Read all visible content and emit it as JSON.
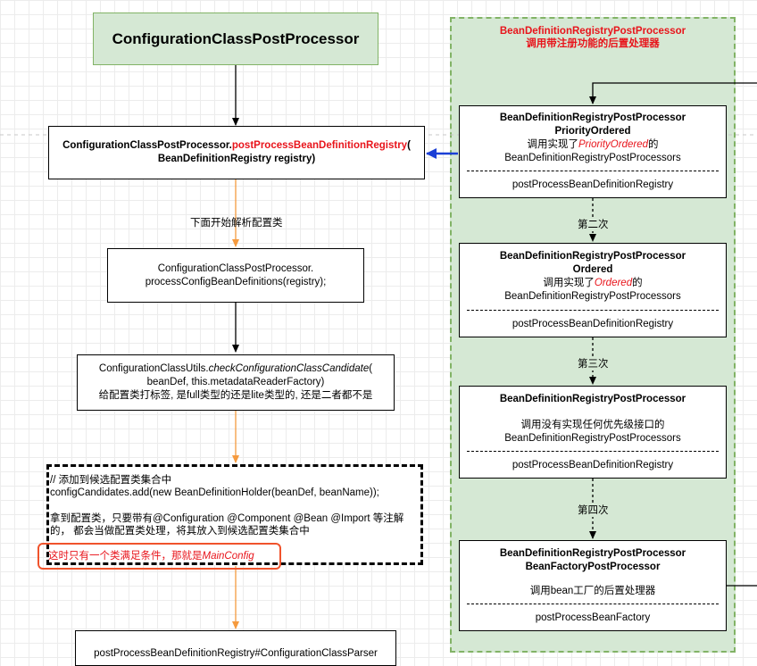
{
  "left": {
    "title": "ConfigurationClassPostProcessor",
    "box1": {
      "prefix": "ConfigurationClassPostProcessor.",
      "method": "postProcessBeanDefinitionRegistry",
      "paren": "(",
      "args": "BeanDefinitionRegistry registry)"
    },
    "edge_label": "下面开始解析配置类",
    "box2": {
      "line1": "ConfigurationClassPostProcessor.",
      "line2": "processConfigBeanDefinitions(registry);"
    },
    "box3": {
      "prefix": "ConfigurationClassUtils.",
      "method": "checkConfigurationClassCandidate",
      "paren": "(",
      "line2": "beanDef, this.metadataReaderFactory)",
      "line3": "给配置类打标签, 是full类型的还是lite类型的, 还是二者都不是"
    },
    "dashed": {
      "comment": "// 添加到候选配置类集合中",
      "code": "configCandidates.add(new BeanDefinitionHolder(beanDef, beanName));",
      "desc1": "拿到配置类，只要带有@Configuration @Component @Bean @Import 等注解",
      "desc2": "的，  都会当做配置类处理，将其放入到候选配置类集合中",
      "highlight_prefix": "这时只有一个类满足条件，那就是",
      "highlight_name": "MainConfig"
    },
    "box4": "postProcessBeanDefinitionRegistry#ConfigurationClassParser"
  },
  "panel": {
    "title_line1": "BeanDefinitionRegistryPostProcessor",
    "title_line2": "调用带注册功能的后置处理器",
    "boxes": [
      {
        "head1": "BeanDefinitionRegistryPostProcessor",
        "head2": "PriorityOrdered",
        "desc_prefix": "调用实现了",
        "desc_red": "PriorityOrdered",
        "desc_suffix": "的",
        "desc2": "BeanDefinitionRegistryPostProcessors",
        "method": "postProcessBeanDefinitionRegistry"
      },
      {
        "head1": "BeanDefinitionRegistryPostProcessor",
        "head2": "Ordered",
        "desc_prefix": "调用实现了",
        "desc_red": "Ordered",
        "desc_suffix": "的",
        "desc2": "BeanDefinitionRegistryPostProcessors",
        "method": "postProcessBeanDefinitionRegistry"
      },
      {
        "head1": "BeanDefinitionRegistryPostProcessor",
        "desc1": "调用没有实现任何优先级接口的",
        "desc2": "BeanDefinitionRegistryPostProcessors",
        "method": "postProcessBeanDefinitionRegistry"
      },
      {
        "head1": "BeanDefinitionRegistryPostProcessor",
        "head2": "BeanFactoryPostProcessor",
        "desc1": "调用bean工厂的后置处理器",
        "method": "postProcessBeanFactory"
      }
    ],
    "labels": [
      "第二次",
      "第三次",
      "第四次"
    ]
  },
  "colors": {
    "green_fill": "#d5e8d4",
    "green_border": "#82b366",
    "red_text": "#e8141b",
    "orange_arrow": "#f59a3e",
    "blue_arrow": "#1a3fd6"
  }
}
